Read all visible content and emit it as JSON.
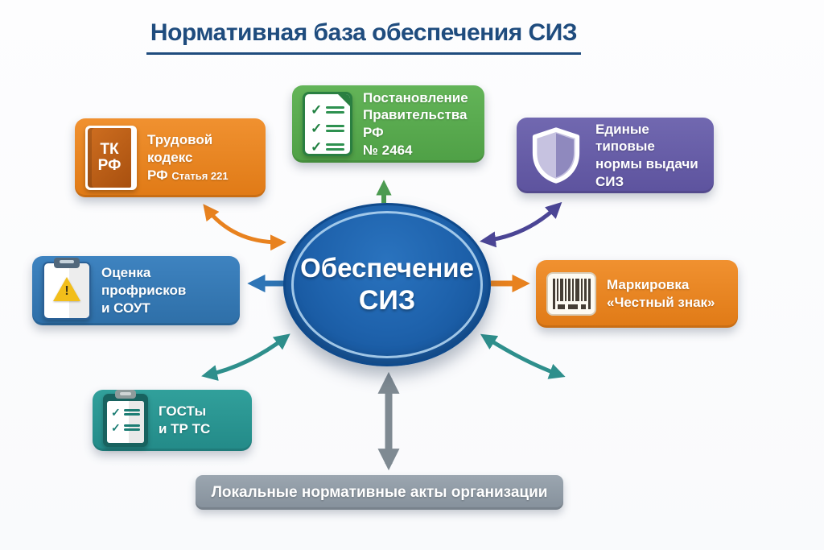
{
  "title": "Нормативная база обеспечения СИЗ",
  "center_node": {
    "line1": "Обеспечение",
    "line2": "СИЗ",
    "color": "#1e62ac"
  },
  "nodes": {
    "labor_code": {
      "icon": "book-icon",
      "icon_line1": "ТК",
      "icon_line2": "РФ",
      "line1": "Трудовой кодекс",
      "line2": "РФ",
      "line2_note": "Статья 221",
      "color": "#e8831f"
    },
    "government_decree": {
      "icon": "checklist-document-icon",
      "line1": "Постановление",
      "line2": "Правительства РФ",
      "line3": "№ 2464",
      "color": "#5bad50"
    },
    "unified_norms": {
      "icon": "shield-icon",
      "line1": "Единые типовые",
      "line2": "нормы выдачи СИЗ",
      "color": "#675da9"
    },
    "risk_assessment": {
      "icon": "clipboard-warning-icon",
      "line1": "Оценка профрисков",
      "line2": "и СОУТ",
      "color": "#3579b8"
    },
    "marking": {
      "icon": "barcode-icon",
      "line1": "Маркировка",
      "line2": "«Честный знак»",
      "color": "#e8821f"
    },
    "gost": {
      "icon": "clipboard-checklist-icon",
      "line1": "ГОСТы",
      "line2": "и ТР ТС",
      "color": "#2b9795"
    }
  },
  "bottom_bar": {
    "label": "Локальные нормативные акты организации",
    "color": "#8a97a2"
  },
  "icons": {
    "check_glyph": "✓",
    "warning_glyph": "!"
  },
  "arrow_colors": {
    "orange": "#e8821f",
    "green": "#4c9b51",
    "purple": "#4b4595",
    "blue": "#2e75b6",
    "teal": "#2e8f8c",
    "gray": "#7f8a92"
  }
}
